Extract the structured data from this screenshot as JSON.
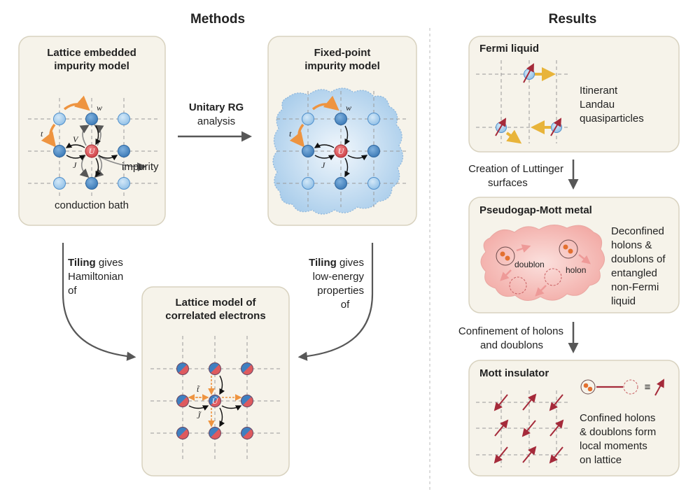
{
  "headers": {
    "methods": "Methods",
    "results": "Results"
  },
  "methods": {
    "embedded": {
      "title_l1": "Lattice embedded",
      "title_l2": "impurity model",
      "label_w": "w",
      "label_t": "t",
      "label_v": "V",
      "label_j": "J",
      "label_u": "U",
      "impurity": "impurity",
      "bath": "conduction bath"
    },
    "urg": {
      "bold": "Unitary RG",
      "l2": "analysis"
    },
    "fixed": {
      "title_l1": "Fixed-point",
      "title_l2": "impurity model",
      "label_w": "w",
      "label_t": "t",
      "label_j": "J",
      "label_u": "U"
    },
    "tiling_left": {
      "bold": "Tiling",
      "rest": " gives",
      "l2": "Hamiltonian",
      "l3": "of"
    },
    "tiling_right": {
      "bold": "Tiling",
      "rest": " gives",
      "l2": "low-energy",
      "l3": "properties",
      "l4": "of"
    },
    "lattice": {
      "title_l1": "Lattice model of",
      "title_l2": "correlated electrons",
      "label_t": "t̃",
      "label_j": "J̃",
      "label_u": "Ũ"
    }
  },
  "results": {
    "fermi": {
      "title": "Fermi liquid",
      "d1": "Itinerant",
      "d2": "Landau",
      "d3": "quasiparticles"
    },
    "creation": {
      "l1": "Creation of Luttinger",
      "l2": "surfaces"
    },
    "pseudogap": {
      "title": "Pseudogap-Mott metal",
      "d1": "Deconfined",
      "d2": "holons &",
      "d3": "doublons of",
      "d4": "entangled",
      "d5": "non-Fermi",
      "d6": "liquid",
      "doublon": "doublon",
      "holon": "holon"
    },
    "confinement": {
      "l1": "Confinement of holons",
      "l2": "and doublons"
    },
    "mott": {
      "title": "Mott insulator",
      "equiv": "≡",
      "d1": "Confined holons",
      "d2": "& doublons form",
      "d3": "local moments",
      "d4": "on lattice"
    }
  },
  "colors": {
    "bath_site": "#4f8fcb",
    "bath_site_light": "#a9cfee",
    "impurity": "#de5a5e",
    "hopping_arrow": "#ee9440",
    "cloud": "#cfe3f3",
    "pseudogap_cloud": "#f7c9c5",
    "spin_arrow": "#a52a3a",
    "flow_arrow": "#575757"
  }
}
